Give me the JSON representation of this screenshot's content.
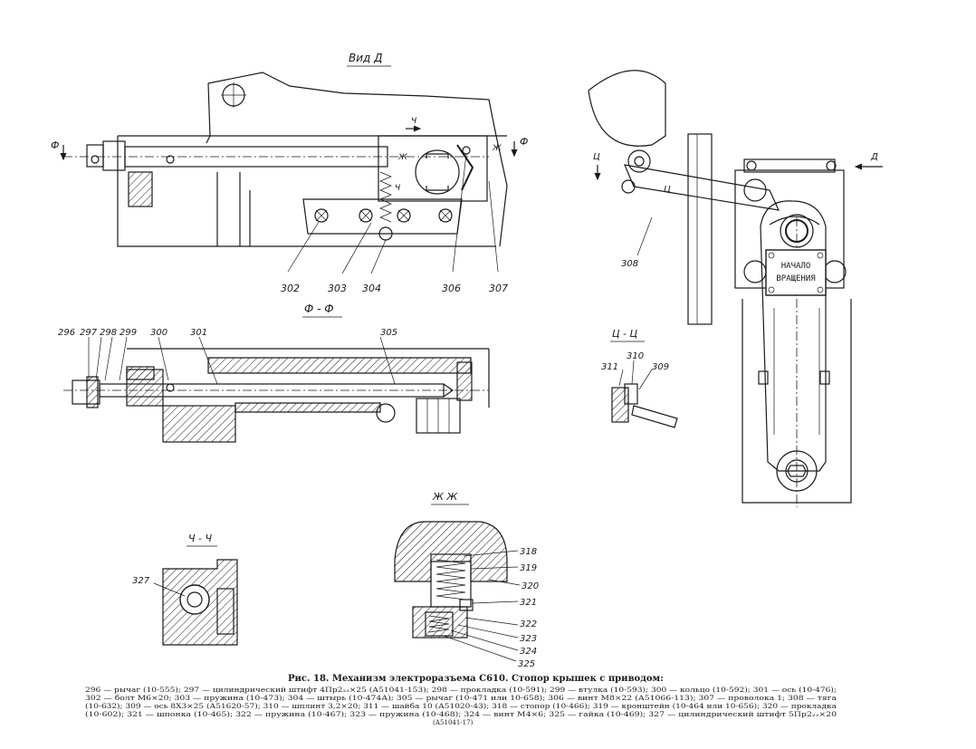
{
  "views": {
    "vid_d": "Вид Д",
    "ff": "Ф - Ф",
    "tsts": "Ц - Ц",
    "chch": "Ч - Ч",
    "zhzh": "Ж  Ж"
  },
  "section_marks": {
    "f_left": "Ф",
    "f_right": "Ф",
    "ch": "Ч",
    "ch2": "Ч",
    "zh": "Ж",
    "zh2": "Ж",
    "ts_left": "Ц",
    "ts_right": "Ц",
    "d": "Д"
  },
  "plate_text": [
    "НАЧАЛО",
    "ВРАЩЕНИЯ"
  ],
  "callouts_top": [
    "302",
    "303",
    "304",
    "306",
    "307"
  ],
  "callouts_ff": [
    "296",
    "297",
    "298",
    "299",
    "300",
    "301",
    "305"
  ],
  "callouts_right": [
    "308"
  ],
  "callouts_ts": [
    "311",
    "310",
    "309"
  ],
  "callouts_ch": [
    "327"
  ],
  "callouts_zh": [
    "318",
    "319",
    "320",
    "321",
    "322",
    "323",
    "324",
    "325"
  ],
  "figure_title": "Рис. 18. Механизм электроразъема С610. Стопор крышек с приводом:",
  "caption_lines": [
    "296 — рычаг (10-555); 297 — цилиндрический штифт 4Пр2₂₃×25 (А51041-153); 298 — прокладка (10-591); 299 — втулка (10-593); 300 — кольцо (10-592); 301 — ось (10-476);",
    "302 — болт М6×20; 303 — пружина (10-473); 304 — штырь (10-474А); 305 — рычаг (10-471 или 10-658); 306 — винт М8×22 (А51066-113); 307 — проволока 1; 308 — тяга",
    "(10-632); 309 — ось 8Х3×25 (А51620-57); 310 — шплинт 3,2×20; 311 — шайба 10 (А51020-43); 318 — стопор (10-466); 319 — кронштейн (10-464 или 10-656); 320 — прокладка",
    "(10-602); 321 — шпонка (10-465); 322 — пружина (10-467); 323 — пружина (10-468); 324 — винт М4×6; 325 — гайка (10-469); 327 — цилиндрический штифт 5Пр2₂₃×20",
    "(А51041-17)"
  ]
}
